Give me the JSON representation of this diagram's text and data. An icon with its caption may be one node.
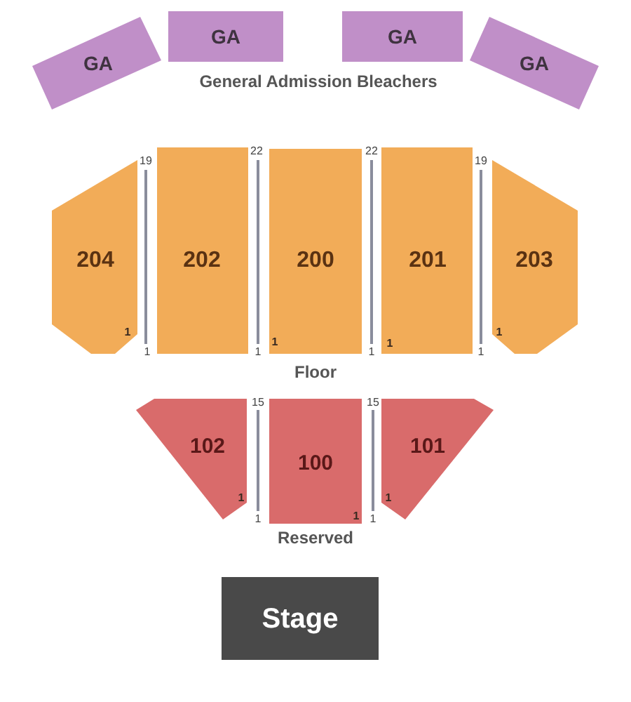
{
  "diagram": {
    "nodes": [
      {
        "text": [
          "GA"
        ]
      },
      {
        "text": [
          "GA"
        ]
      },
      {
        "text": [
          "GA"
        ]
      },
      {
        "text": [
          "GA"
        ]
      },
      {
        "text": [
          "204",
          "1"
        ]
      },
      {
        "text": [
          "202"
        ]
      },
      {
        "text": [
          "200",
          "1"
        ]
      },
      {
        "text": [
          "201",
          "1"
        ]
      },
      {
        "text": [
          "203",
          "1"
        ]
      },
      {
        "text": [
          "102",
          "1"
        ]
      },
      {
        "text": [
          "100",
          "1"
        ]
      },
      {
        "text": [
          "101",
          "1"
        ]
      },
      {
        "text": [
          "Stage"
        ]
      }
    ],
    "labels": [
      "General Admission Bleachers",
      "19",
      "22",
      "22",
      "19",
      "1",
      "1",
      "1",
      "1",
      "Floor",
      "15",
      "15",
      "1",
      "1",
      "Reserved"
    ]
  }
}
